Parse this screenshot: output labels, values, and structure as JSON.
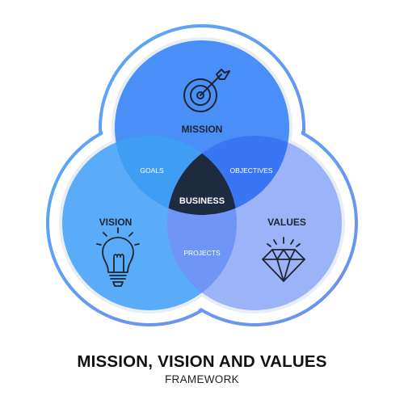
{
  "diagram": {
    "circles": {
      "mission": "MISSION",
      "vision": "VISION",
      "values": "VALUES"
    },
    "overlaps": {
      "mission_vision": "GOALS",
      "mission_values": "OBJECTIVES",
      "vision_values": "PROJECTS",
      "center": "BUSINESS"
    },
    "icons": {
      "mission": "target-arrow-icon",
      "vision": "lightbulb-icon",
      "values": "diamond-icon"
    }
  },
  "title": "MISSION, VISION AND VALUES",
  "subtitle": "FRAMEWORK",
  "colors": {
    "mission": "#4a8ef7",
    "vision": "#5aacf8",
    "values": "#9bb4f7",
    "center": "#1e2a3f",
    "outline": "#5a95f0"
  }
}
